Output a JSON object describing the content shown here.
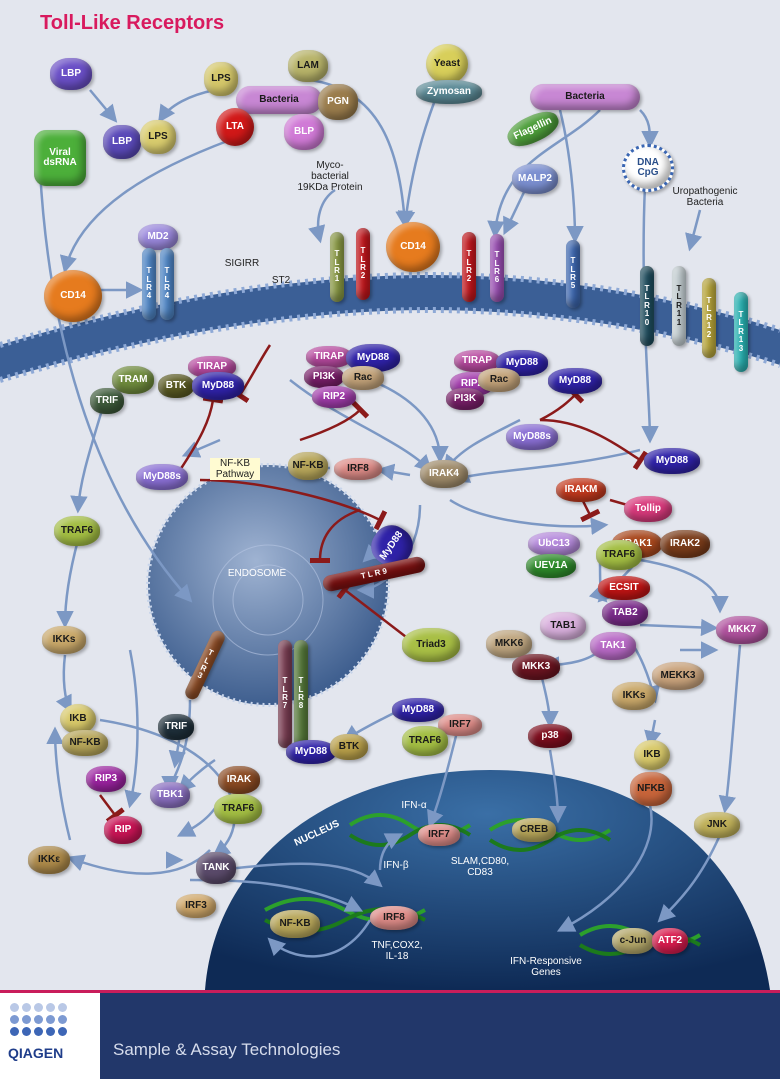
{
  "title": "Toll-Like Receptors",
  "footer": {
    "brand": "QIAGEN",
    "tagline": "Sample & Assay Technologies"
  },
  "labels": {
    "myco": "Myco-\nbacterial\n19KDa Protein",
    "uro": "Uropathogenic\nBacteria",
    "sigirr": "SIGIRR",
    "st2": "ST2",
    "nfkb_pathway": "NF-KB\nPathway",
    "endosome": "ENDOSOME",
    "nucleus": "NUCLEUS",
    "ifna": "IFN-α",
    "ifnb": "IFN-β",
    "slam": "SLAM,CD80,\nCD83",
    "tnf": "TNF,COX2,\nIL-18",
    "ifn_genes": "IFN-Responsive\nGenes"
  },
  "receptors": {
    "tlr4a": "T\nL\nR\n4",
    "tlr4b": "T\nL\nR\n4",
    "tlr1": "T\nL\nR\n1",
    "tlr2a": "T\nL\nR\n2",
    "tlr2b": "T\nL\nR\n2",
    "tlr6": "T\nL\nR\n6",
    "tlr5": "T\nL\nR\n5",
    "tlr10": "T\nL\nR\n1\n0",
    "tlr11": "T\nL\nR\n1\n1",
    "tlr12": "T\nL\nR\n1\n2",
    "tlr13": "T\nL\nR\n1\n3",
    "tlr9": "T L R 9",
    "tlr3": "T\nL\nR\n3",
    "tlr7": "T\nL\nR\n7",
    "tlr8": "T\nL\nR\n8"
  },
  "molecules": {
    "lbp1": "LBP",
    "lbp2": "LBP",
    "lps1": "LPS",
    "lps2": "LPS",
    "lam": "LAM",
    "bacteria1": "Bacteria",
    "pgn": "PGN",
    "lta": "LTA",
    "blp": "BLP",
    "yeast": "Yeast",
    "zymosan": "Zymosan",
    "bacteria2": "Bacteria",
    "flagellin": "Flagellin",
    "dna": "DNA\nCpG",
    "viral": "Viral\ndsRNA",
    "malp2": "MALP2",
    "md2": "MD2",
    "cd14a": "CD14",
    "cd14b": "CD14",
    "tram": "TRAM",
    "trif1": "TRIF",
    "tirap1": "TIRAP",
    "btk1": "BTK",
    "myd88a": "MyD88",
    "tirap2": "TIRAP",
    "myd88b": "MyD88",
    "pi3k1": "PI3K",
    "rac1": "Rac",
    "rip2a": "RIP2",
    "tirap3": "TIRAP",
    "myd88c": "MyD88",
    "rip2b": "RIP2",
    "rac2": "Rac",
    "pi3k2": "PI3K",
    "myd88d": "MyD88",
    "myd88s1": "MyD88s",
    "myd88e": "MyD88",
    "myd88s2": "MyD88s",
    "nfkb1": "NF-KB",
    "irf8a": "IRF8",
    "irak4": "IRAK4",
    "irakm": "IRAKM",
    "tollip": "Tollip",
    "irak1": "IRAK1",
    "irak2": "IRAK2",
    "traf6a": "TRAF6",
    "ubc13": "UbC13",
    "uev1a": "UEV1A",
    "traf6b": "TRAF6",
    "ecsit": "ECSIT",
    "myd88f": "MyD88",
    "tab2": "TAB2",
    "tab1": "TAB1",
    "tak1": "TAK1",
    "mkk7": "MKK7",
    "mkk6": "MKK6",
    "mkk3": "MKK3",
    "mekk3": "MEKK3",
    "ikks1": "IKKs",
    "ikks2": "IKKs",
    "triad3": "Triad3",
    "ikb1": "IKB",
    "nfkb2": "NF-KB",
    "trif2": "TRIF",
    "myd88g": "MyD88",
    "btk2": "BTK",
    "myd88h": "MyD88",
    "irf7a": "IRF7",
    "traf6c": "TRAF6",
    "rip3": "RIP3",
    "tbk1": "TBK1",
    "irak": "IRAK",
    "traf6d": "TRAF6",
    "rip": "RIP",
    "p38": "p38",
    "ikb2": "IKB",
    "nfkb3": "NFKB",
    "jnk": "JNK",
    "ikke": "IKKε",
    "tank": "TANK",
    "irf3": "IRF3",
    "irf7b": "IRF7",
    "creb": "CREB",
    "nfkb4": "NF-KB",
    "irf8b": "IRF8",
    "cjun": "c-Jun",
    "atf2": "ATF2"
  }
}
